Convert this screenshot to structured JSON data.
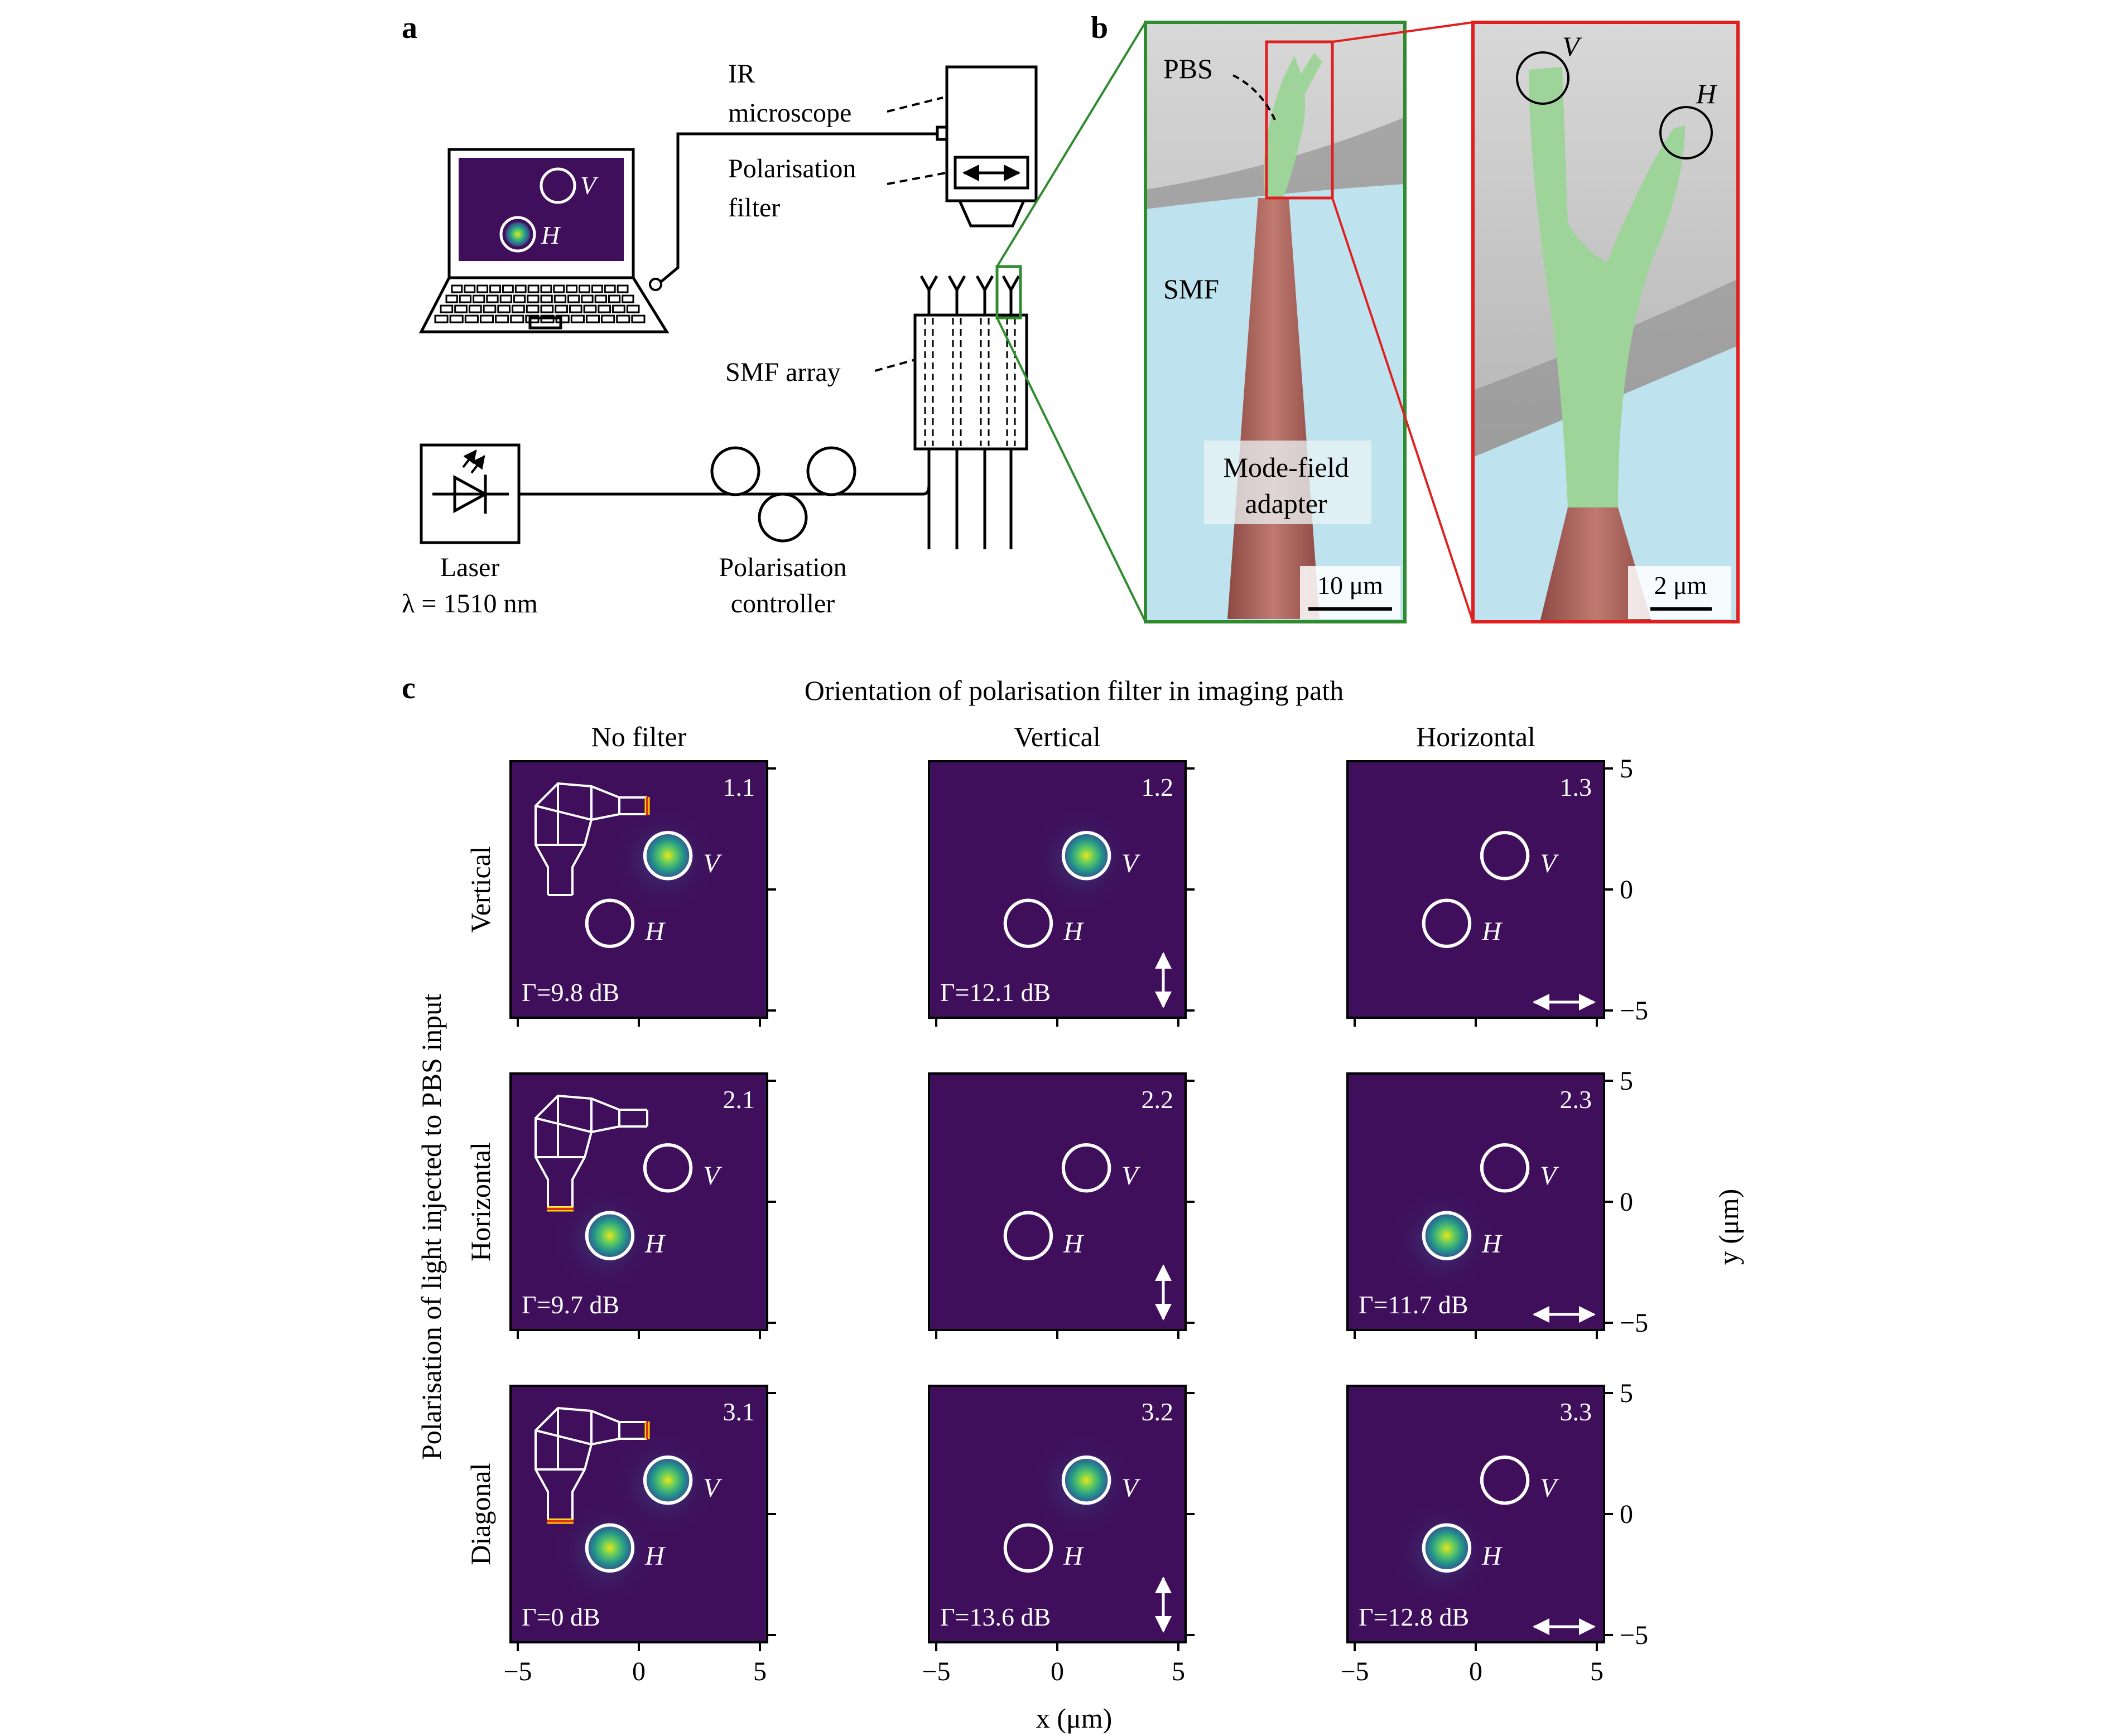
{
  "panel_labels": {
    "a": "a",
    "b": "b",
    "c": "c"
  },
  "setup": {
    "ir_microscope_line1": "IR",
    "ir_microscope_line2": "microscope",
    "polarisation_filter_line1": "Polarisation",
    "polarisation_filter_line2": "filter",
    "smf_array": "SMF array",
    "laser": "Laser",
    "laser_wavelength": "λ = 1510 nm",
    "polarisation_controller_line1": "Polarisation",
    "polarisation_controller_line2": "controller",
    "screen_label_v": "V",
    "screen_label_h": "H"
  },
  "sem": {
    "pbs_label": "PBS",
    "smf_label": "SMF",
    "mode_field_adapter_line1": "Mode-field",
    "mode_field_adapter_line2": "adapter",
    "scalebar_left": "10 μm",
    "scalebar_right": "2 μm",
    "label_v": "V",
    "label_h": "H",
    "colors": {
      "pbs": "#9ed49a",
      "adapter": "#b0675e",
      "smf": "#bfe3ee",
      "frame_left": "#2e8b2e",
      "frame_right": "#e02020"
    }
  },
  "grid": {
    "title": "Orientation of polarisation filter in imaging path",
    "columns": [
      "No filter",
      "Vertical",
      "Horizontal"
    ],
    "rows": [
      "Vertical",
      "Horizontal",
      "Diagonal"
    ],
    "row_axis_title": "Polarisation of light injected to PBS input",
    "x_axis_title": "x (μm)",
    "y_axis_title": "y (μm)",
    "x_ticks": [
      "−5",
      "0",
      "5"
    ],
    "y_ticks": [
      "5",
      "0",
      "−5"
    ],
    "port_v": "V",
    "port_h": "H",
    "panels": [
      {
        "id": "1.1",
        "gamma": "Γ=9.8 dB",
        "spot": "V",
        "filter": "none",
        "inset": "V"
      },
      {
        "id": "1.2",
        "gamma": "Γ=12.1 dB",
        "spot": "V",
        "filter": "vertical"
      },
      {
        "id": "1.3",
        "gamma": "",
        "spot": "none",
        "filter": "horizontal"
      },
      {
        "id": "2.1",
        "gamma": "Γ=9.7 dB",
        "spot": "H",
        "filter": "none",
        "inset": "H"
      },
      {
        "id": "2.2",
        "gamma": "",
        "spot": "none",
        "filter": "vertical"
      },
      {
        "id": "2.3",
        "gamma": "Γ=11.7 dB",
        "spot": "H",
        "filter": "horizontal"
      },
      {
        "id": "3.1",
        "gamma": "Γ=0 dB",
        "spot": "both",
        "filter": "none",
        "inset": "both"
      },
      {
        "id": "3.2",
        "gamma": "Γ=13.6 dB",
        "spot": "V",
        "filter": "vertical"
      },
      {
        "id": "3.3",
        "gamma": "Γ=12.8 dB",
        "spot": "H",
        "filter": "horizontal"
      }
    ],
    "colors": {
      "background": "#3f0f5c",
      "spot_core": "#d9e51c",
      "spot_mid": "#1fa187",
      "circle": "#ffffff"
    }
  }
}
